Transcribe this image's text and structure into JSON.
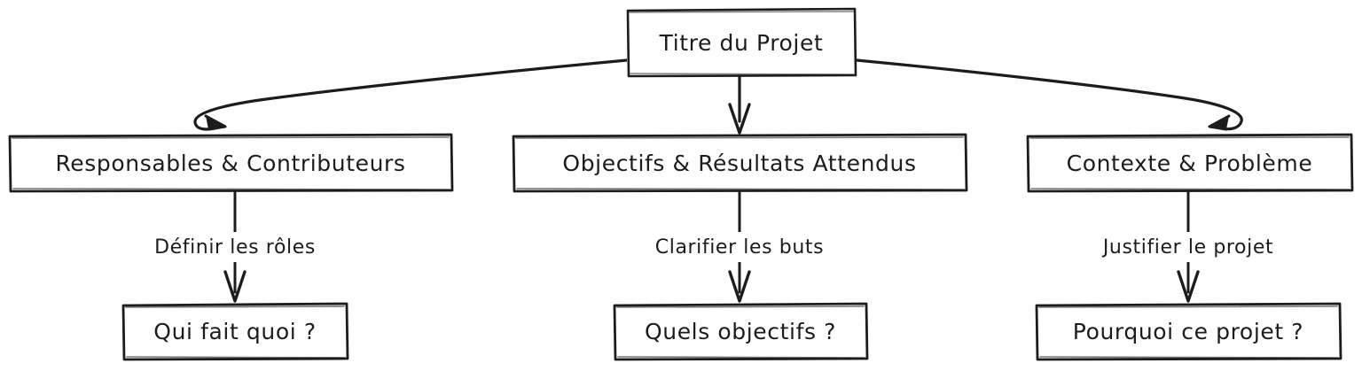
{
  "diagram": {
    "kind": "flowchart",
    "direction": "top-down",
    "style": "hand-drawn-sketch",
    "language": "fr",
    "colors": {
      "background": "#ffffff",
      "node_fill": "#ffffff",
      "node_stroke": "#1c1c1c",
      "edge_stroke": "#1c1c1c",
      "text": "#1c1c1c"
    },
    "nodes": {
      "root": {
        "label": "Titre du Projet"
      },
      "branch_left": {
        "label": "Responsables & Contributeurs"
      },
      "branch_center": {
        "label": "Objectifs & Résultats Attendus"
      },
      "branch_right": {
        "label": "Contexte & Problème"
      },
      "leaf_left": {
        "label": "Qui fait quoi ?"
      },
      "leaf_center": {
        "label": "Quels objectifs ?"
      },
      "leaf_right": {
        "label": "Pourquoi ce projet ?"
      }
    },
    "edges": {
      "root_to_left": {
        "label": ""
      },
      "root_to_center": {
        "label": ""
      },
      "root_to_right": {
        "label": ""
      },
      "left_to_leaf": {
        "label": "Définir les rôles"
      },
      "center_to_leaf": {
        "label": "Clarifier les buts"
      },
      "right_to_leaf": {
        "label": "Justifier le projet"
      }
    }
  }
}
